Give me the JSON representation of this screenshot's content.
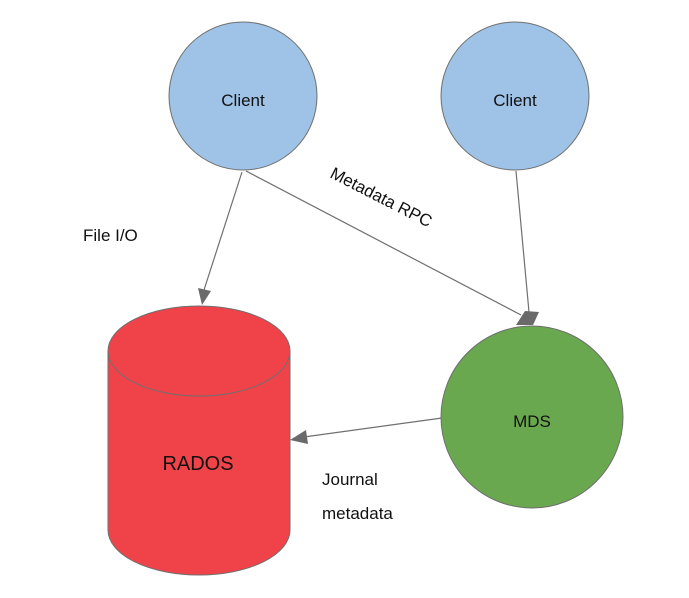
{
  "nodes": {
    "client_left": {
      "label": "Client",
      "fill": "#9fc3e7"
    },
    "client_right": {
      "label": "Client",
      "fill": "#9fc3e7"
    },
    "mds": {
      "label": "MDS",
      "fill": "#6aa84f"
    },
    "rados": {
      "label": "RADOS",
      "fill": "#f04349"
    }
  },
  "edges": {
    "file_io": {
      "label": "File I/O"
    },
    "metadata_rpc": {
      "label": "Metadata RPC"
    },
    "journal": {
      "label_line1": "Journal",
      "label_line2": "metadata"
    }
  },
  "colors": {
    "stroke": "#6f6f6f",
    "arrow": "#6a6a6a"
  }
}
